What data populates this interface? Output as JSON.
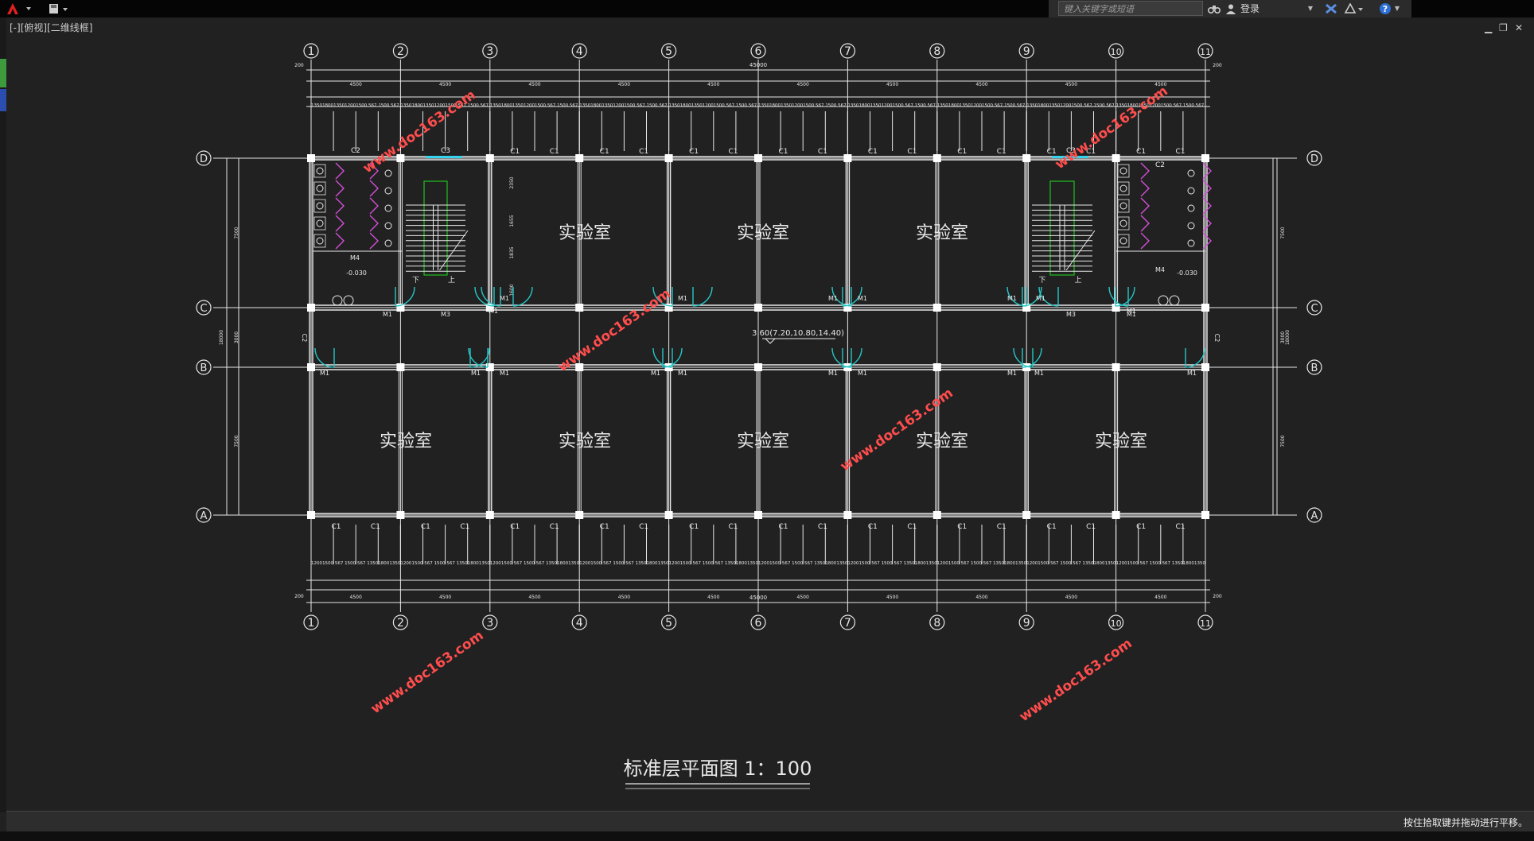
{
  "app": {
    "viewport_label": "[-][俯视][二维线框]",
    "search_placeholder": "键入关键字或短语",
    "login_label": "登录",
    "help_label": "?",
    "status_message": "按住拾取键并拖动进行平移。"
  },
  "icons": {
    "app_menu": "autocad-logo-icon",
    "save": "save-icon",
    "binoculars": "binoculars-icon",
    "user": "user-icon",
    "exchange": "exchange-icon",
    "a360": "a360-icon",
    "help": "help-icon",
    "minimize": "minimize-icon",
    "restore": "restore-icon",
    "close": "close-icon"
  },
  "drawing": {
    "title": "标准层平面图  1：100",
    "column_axes": [
      "1",
      "2",
      "3",
      "4",
      "5",
      "6",
      "7",
      "8",
      "9",
      "10",
      "11"
    ],
    "row_axes": [
      "D",
      "C",
      "B",
      "A"
    ],
    "rooms": [
      "实验室",
      "实验室",
      "实验室",
      "实验室",
      "实验室",
      "实验室",
      "实验室",
      "实验室"
    ],
    "level_note": "3.60(7.20,10.80,14.40)",
    "level_toilet": "-0.030",
    "stair_down": "下",
    "stair_up": "上",
    "door_m1": "M1",
    "door_m3": "M3",
    "door_m4": "M4",
    "win_c1": "C1",
    "win_c2": "C2",
    "win_c3": "C3",
    "dim_total": "45000",
    "dim_bay": "4500",
    "dim_edge": "200",
    "watermark": "www.doc163.com",
    "top_sub_dims": [
      "1350",
      "1800",
      "1350",
      "1200",
      "1500",
      "567",
      "1500",
      "567"
    ],
    "side_dims": [
      "7500",
      "3000",
      "7500",
      "18000"
    ],
    "stair_dims": [
      "2350",
      "1655",
      "1835",
      "1600"
    ]
  },
  "colors": {
    "background": "#212121",
    "line": "#e8e8e8",
    "door": "#26c6c6",
    "window_cyan": "#34d3ee",
    "stair": "#20c020",
    "toilet": "#d24fd8",
    "watermark": "#ff4d4d",
    "logo": "#e02020"
  }
}
